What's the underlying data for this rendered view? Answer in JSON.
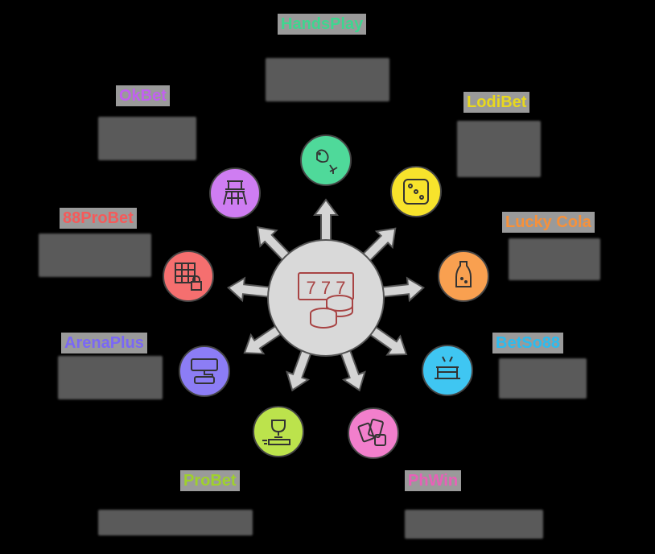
{
  "center": {
    "icon": "slot-machine-777-coins-icon",
    "fill": "#d9d9d9",
    "icon_color": "#b04040",
    "glyph": "7 7 7"
  },
  "nodes": [
    {
      "id": "handsplay",
      "title": "HandsPlay",
      "color": "#3ed68f",
      "icon": "bird-icon",
      "desc": "[illegible description text]"
    },
    {
      "id": "lodibet",
      "title": "LodiBet",
      "color": "#e8d81e",
      "icon": "dice-icon",
      "desc": "[illegible description text]"
    },
    {
      "id": "luckycola",
      "title": "Lucky Cola",
      "color": "#f7913a",
      "icon": "cola-bottle-icon",
      "desc": "[illegible description text]"
    },
    {
      "id": "betso88",
      "title": "BetSo88",
      "color": "#2bbcf0",
      "icon": "casino-building-icon",
      "desc": "[illegible description text]"
    },
    {
      "id": "phwin",
      "title": "PhWin",
      "color": "#e860b8",
      "icon": "cards-and-dice-icon",
      "desc": "[illegible description text]"
    },
    {
      "id": "probet",
      "title": "ProBet",
      "color": "#9fd12c",
      "icon": "trophy-icon",
      "desc": "[illegible description text]"
    },
    {
      "id": "arenaplus",
      "title": "ArenaPlus",
      "color": "#7a68f5",
      "icon": "game-console-icon",
      "desc": "[illegible description text]"
    },
    {
      "id": "88probet",
      "title": "88ProBet",
      "color": "#f55a5a",
      "icon": "grid-lock-icon",
      "desc": "[illegible description text]"
    },
    {
      "id": "okbet",
      "title": "OkBet",
      "color": "#c160f0",
      "icon": "stadium-icon",
      "desc": "[illegible description text]"
    }
  ]
}
